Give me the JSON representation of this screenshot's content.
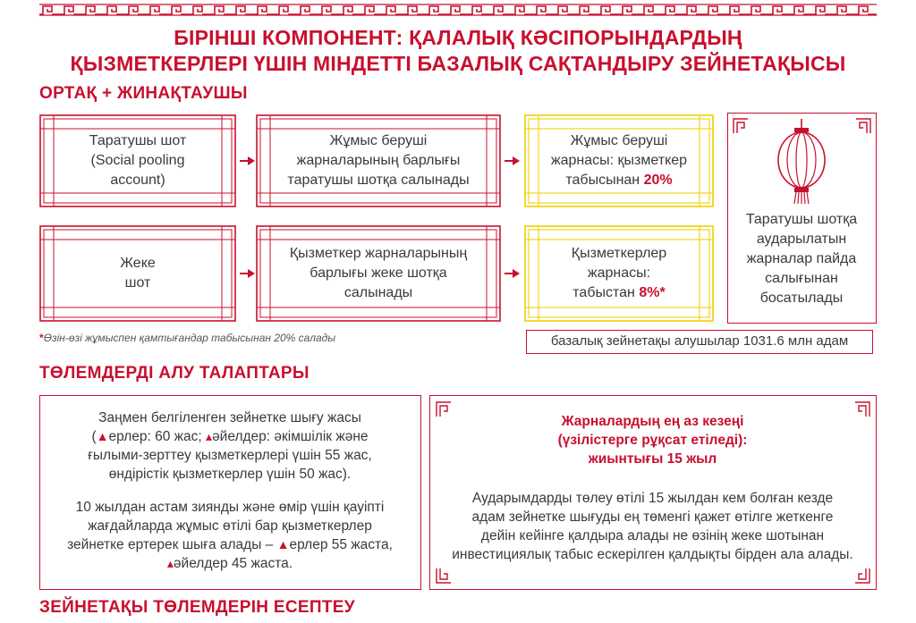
{
  "title": {
    "line1": "БІРІНШІ КОМПОНЕНТ: ҚАЛАЛЫҚ КӘСІПОРЫНДАРДЫҢ",
    "line2": "ҚЫЗМЕТКЕРЛЕРІ ҮШІН МІНДЕТТІ БАЗАЛЫҚ САҚТАНДЫРУ ЗЕЙНЕТАҚЫСЫ"
  },
  "section1": "ОРТАҚ + ЖИНАҚТАУШЫ",
  "flow": {
    "row1": {
      "box1": [
        "Таратушы шот",
        "(Social pooling",
        "account)"
      ],
      "box2": [
        "Жұмыс беруші",
        "жарналарының барлығы",
        "таратушы шотқа салынады"
      ],
      "box3_line1": "Жұмыс беруші",
      "box3_line2": "жарнасы: қызметкер",
      "box3_line3_text": "табысынан ",
      "box3_line3_value": "20%"
    },
    "row2": {
      "box1": [
        "Жеке",
        "шот"
      ],
      "box2": [
        "Қызметкер жарналарының",
        "барлығы жеке шотқа",
        "салынады"
      ],
      "box3_line1": "Қызметкерлер",
      "box3_line2": "жарнасы:",
      "box3_line3_text": "табыстан ",
      "box3_line3_value": "8%*"
    }
  },
  "lantern_panel": [
    "Таратушы шотқа",
    "аударылатын",
    "жарналар пайда",
    "салығынан",
    "босатылады"
  ],
  "footnote": {
    "star": "*",
    "text": "Өзін-өзі жұмыспен қамтығандар табысынан 20% салады"
  },
  "recipients": "базалық зейнетақы алушылар 1031.6 млн адам",
  "section2": "ТӨЛЕМДЕРДІ АЛУ ТАЛАПТАРЫ",
  "requirements": {
    "p1_line1": "Заңмен белгіленген зейнетке шығу жасы",
    "p1_line2_open": "(",
    "p1_line2_men": "ерлер: 60 жас; ",
    "p1_line2_women": "әйелдер: әкімшілік және",
    "p1_line3": "ғылыми-зерттеу қызметкерлері үшін 55 жас,",
    "p1_line4": "өндірістік қызметкерлер үшін 50 жас).",
    "p2_line1": "10 жылдан астам зиянды және өмір үшін қауіпті",
    "p2_line2": "жағдайларда жұмыс өтілі бар қызметкерлер",
    "p2_line3_text": "зейнетке ертерек шыға алады – ",
    "p2_line3_men": "ерлер 55 жаста,",
    "p2_line4_women": "әйелдер 45 жаста."
  },
  "min_period": {
    "heading": [
      "Жарналардың ең аз кезеңі",
      "(үзілістерге рұқсат етіледі):",
      "жиынтығы 15 жыл"
    ],
    "body": [
      "Аударымдарды төлеу өтілі 15 жылдан кем болған кезде",
      "адам зейнетке шығуды ең төменгі қажет өтілге жеткенге",
      "дейін кейінге қалдыра алады не өзінің жеке шотынан",
      "инвестициялық табыс ескерілген қалдықты бірден ала алады."
    ]
  },
  "section3": "ЗЕЙНЕТАҚЫ ТӨЛЕМДЕРІН ЕСЕПТЕУ",
  "colors": {
    "red": "#c8102e",
    "gold": "#f2d51c",
    "text": "#3a3a3a"
  },
  "icons": [
    "fret-border",
    "lantern-icon",
    "man-icon",
    "woman-icon",
    "arrow-right-icon",
    "corner-ornament-icon"
  ]
}
